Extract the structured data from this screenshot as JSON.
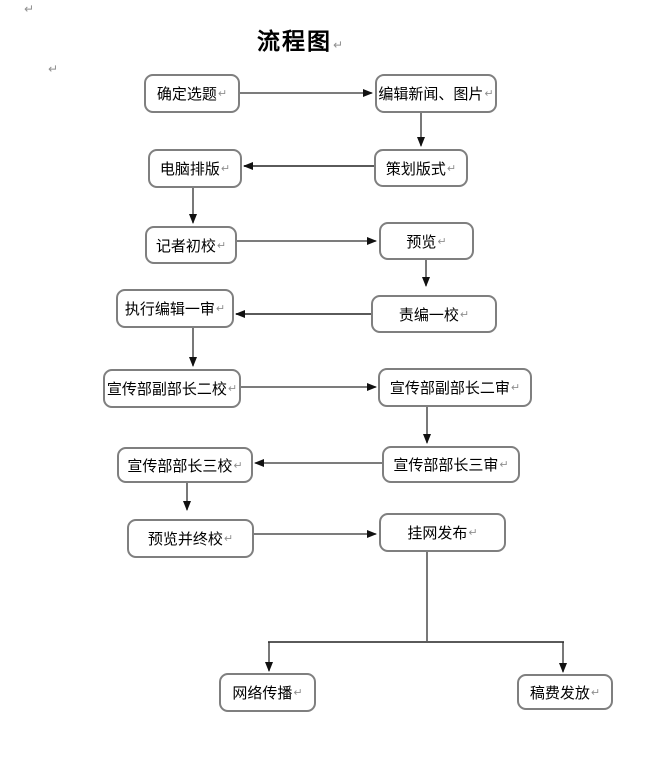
{
  "page": {
    "title": "流程图"
  },
  "marks": {
    "pilcrow": "↵"
  },
  "colors": {
    "box_border": "#7f7f7f",
    "line": "#2f2f2f",
    "thick_line": "#5a5a5a",
    "text": "#000000",
    "pilcrow": "#8f8f8f",
    "background": "#ffffff"
  },
  "flowchart": {
    "nodes": [
      {
        "label": "确定选题"
      },
      {
        "label": "编辑新闻、图片"
      },
      {
        "label": "电脑排版"
      },
      {
        "label": "策划版式"
      },
      {
        "label": "记者初校"
      },
      {
        "label": "预览"
      },
      {
        "label": "执行编辑一审"
      },
      {
        "label": "责编一校"
      },
      {
        "label": "宣传部副部长二校"
      },
      {
        "label": "宣传部副部长二审"
      },
      {
        "label": "宣传部部长三校"
      },
      {
        "label": "宣传部部长三审"
      },
      {
        "label": "预览并终校"
      },
      {
        "label": "挂网发布"
      },
      {
        "label": "网络传播"
      },
      {
        "label": "稿费发放"
      }
    ],
    "edges": [
      {
        "from": "确定选题",
        "to": "编辑新闻、图片"
      },
      {
        "from": "编辑新闻、图片",
        "to": "策划版式"
      },
      {
        "from": "策划版式",
        "to": "电脑排版"
      },
      {
        "from": "电脑排版",
        "to": "记者初校"
      },
      {
        "from": "记者初校",
        "to": "预览"
      },
      {
        "from": "预览",
        "to": "责编一校"
      },
      {
        "from": "责编一校",
        "to": "执行编辑一审"
      },
      {
        "from": "执行编辑一审",
        "to": "宣传部副部长二校"
      },
      {
        "from": "宣传部副部长二校",
        "to": "宣传部副部长二审"
      },
      {
        "from": "宣传部副部长二审",
        "to": "宣传部部长三审"
      },
      {
        "from": "宣传部部长三审",
        "to": "宣传部部长三校"
      },
      {
        "from": "宣传部部长三校",
        "to": "预览并终校"
      },
      {
        "from": "预览并终校",
        "to": "挂网发布"
      },
      {
        "from": "挂网发布",
        "to": "网络传播"
      },
      {
        "from": "挂网发布",
        "to": "稿费发放"
      }
    ]
  }
}
